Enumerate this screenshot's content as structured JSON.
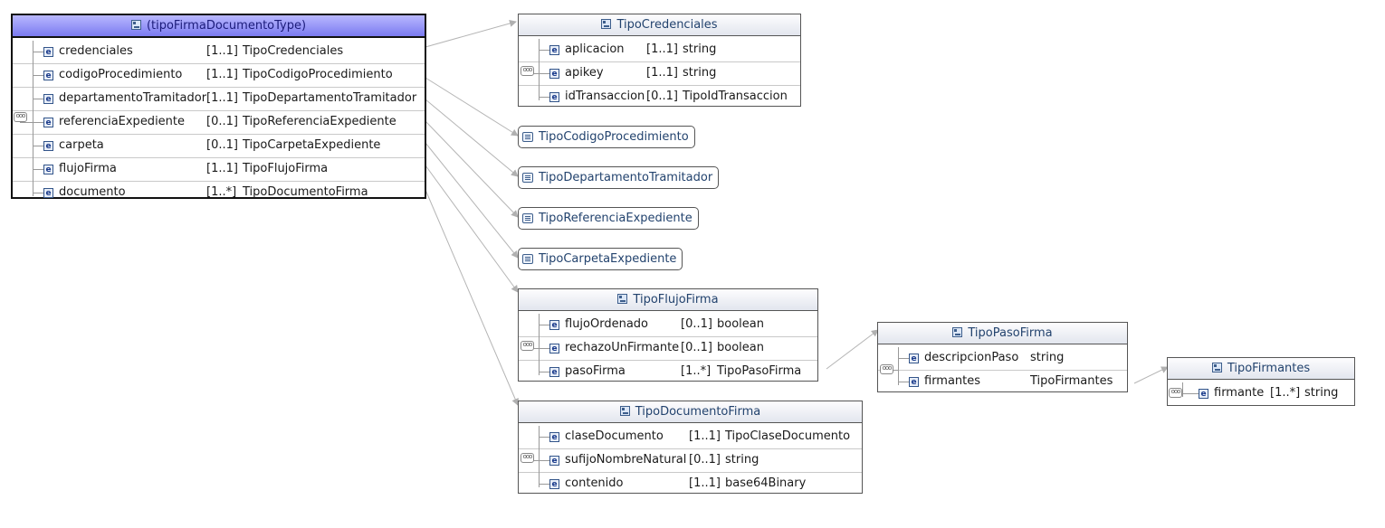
{
  "root": {
    "title": "(tipoFirmaDocumentoType)",
    "elements": [
      {
        "name": "credenciales",
        "card": "[1..1]",
        "type": "TipoCredenciales"
      },
      {
        "name": "codigoProcedimiento",
        "card": "[1..1]",
        "type": "TipoCodigoProcedimiento"
      },
      {
        "name": "departamentoTramitador",
        "card": "[1..1]",
        "type": "TipoDepartamentoTramitador"
      },
      {
        "name": "referenciaExpediente",
        "card": "[0..1]",
        "type": "TipoReferenciaExpediente"
      },
      {
        "name": "carpeta",
        "card": "[0..1]",
        "type": "TipoCarpetaExpediente"
      },
      {
        "name": "flujoFirma",
        "card": "[1..1]",
        "type": "TipoFlujoFirma"
      },
      {
        "name": "documento",
        "card": "[1..*]",
        "type": "TipoDocumentoFirma"
      }
    ]
  },
  "credenciales": {
    "title": "TipoCredenciales",
    "elements": [
      {
        "name": "aplicacion",
        "card": "[1..1]",
        "type": "string"
      },
      {
        "name": "apikey",
        "card": "[1..1]",
        "type": "string"
      },
      {
        "name": "idTransaccion",
        "card": "[0..1]",
        "type": "TipoIdTransaccion"
      }
    ]
  },
  "simple_types": [
    "TipoCodigoProcedimiento",
    "TipoDepartamentoTramitador",
    "TipoReferenciaExpediente",
    "TipoCarpetaExpediente"
  ],
  "flujo": {
    "title": "TipoFlujoFirma",
    "elements": [
      {
        "name": "flujoOrdenado",
        "card": "[0..1]",
        "type": "boolean"
      },
      {
        "name": "rechazoUnFirmante",
        "card": "[0..1]",
        "type": "boolean"
      },
      {
        "name": "pasoFirma",
        "card": "[1..*]",
        "type": "TipoPasoFirma"
      }
    ]
  },
  "documento": {
    "title": "TipoDocumentoFirma",
    "elements": [
      {
        "name": "claseDocumento",
        "card": "[1..1]",
        "type": "TipoClaseDocumento"
      },
      {
        "name": "sufijoNombreNatural",
        "card": "[0..1]",
        "type": "string"
      },
      {
        "name": "contenido",
        "card": "[1..1]",
        "type": "base64Binary"
      }
    ]
  },
  "paso": {
    "title": "TipoPasoFirma",
    "elements": [
      {
        "name": "descripcionPaso",
        "card": "",
        "type": "string"
      },
      {
        "name": "firmantes",
        "card": "",
        "type": "TipoFirmantes"
      }
    ]
  },
  "firmantes": {
    "title": "TipoFirmantes",
    "elements": [
      {
        "name": "firmante",
        "card": "[1..*]",
        "type": "string"
      }
    ]
  },
  "icons": {
    "element": "e",
    "complex_type": "complex-type-icon",
    "simple_type": "simple-type-icon",
    "sequence": "ooo"
  }
}
